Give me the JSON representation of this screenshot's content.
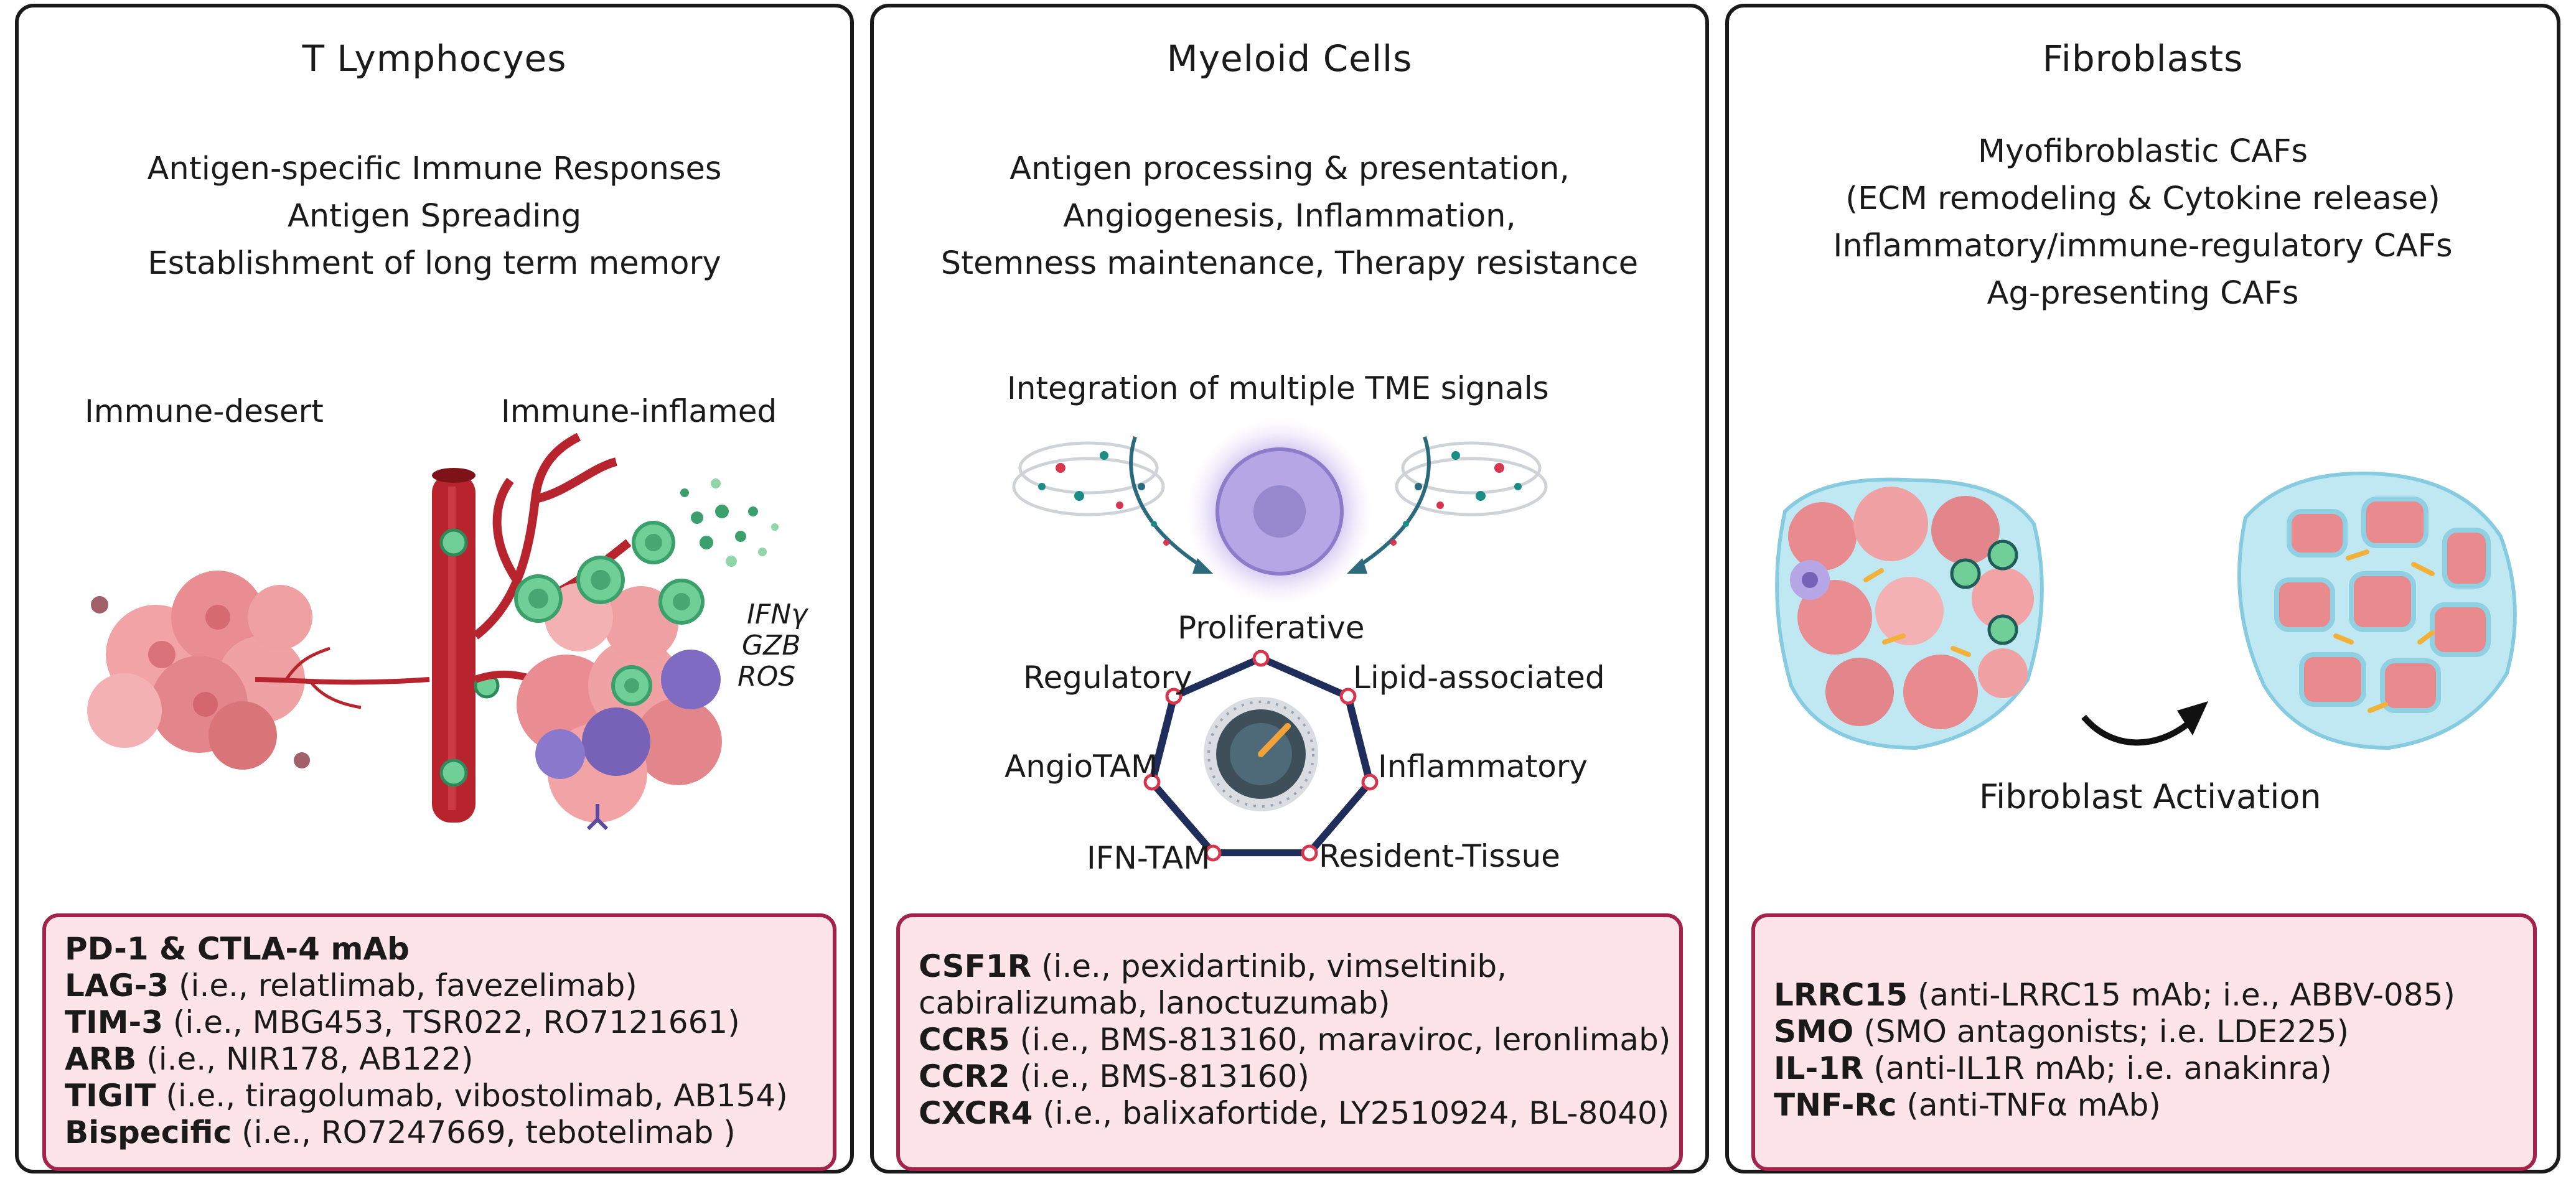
{
  "panels": [
    {
      "title": "T Lymphocyes",
      "description": [
        "Antigen-specific Immune Responses",
        "Antigen Spreading",
        "Establishment of long term memory"
      ],
      "labels": {
        "left": "Immune-desert",
        "right": "Immune-inflamed",
        "cytokines": [
          "IFNγ",
          "GZB",
          "ROS"
        ]
      },
      "drugs": [
        {
          "name": "PD-1 & CTLA-4 mAb",
          "examples": ""
        },
        {
          "name": "LAG-3",
          "examples": "(i.e., relatlimab, favezelimab)"
        },
        {
          "name": "TIM-3",
          "examples": "(i.e., MBG453, TSR022, RO7121661)"
        },
        {
          "name": "ARB",
          "examples": "(i.e., NIR178, AB122)"
        },
        {
          "name": "TIGIT",
          "examples": "(i.e., tiragolumab, vibostolimab, AB154)"
        },
        {
          "name": "Bispecific",
          "examples": "(i.e., RO7247669, tebotelimab )"
        }
      ]
    },
    {
      "title": "Myeloid Cells",
      "description": [
        "Antigen processing & presentation,",
        "Angiogenesis, Inflammation,",
        "Stemness maintenance, Therapy resistance"
      ],
      "integration_label": "Integration of multiple TME signals",
      "states": [
        "Proliferative",
        "Lipid-associated",
        "Inflammatory",
        "Resident-Tissue",
        "IFN-TAM",
        "AngioTAM",
        "Regulatory"
      ],
      "drugs": [
        {
          "name": "CSF1R",
          "examples": "(i.e., pexidartinib, vimseltinib,"
        },
        {
          "name": "",
          "examples": "cabiralizumab, lanoctuzumab)"
        },
        {
          "name": "CCR5",
          "examples": "(i.e., BMS-813160, maraviroc, leronlimab)"
        },
        {
          "name": "CCR2",
          "examples": "(i.e., BMS-813160)"
        },
        {
          "name": "CXCR4",
          "examples": "(i.e., balixafortide, LY2510924, BL-8040)"
        }
      ]
    },
    {
      "title": "Fibroblasts",
      "description": [
        "Myofibroblastic CAFs",
        "(ECM  remodeling & Cytokine release)",
        "Inflammatory/immune-regulatory CAFs",
        "Ag-presenting CAFs"
      ],
      "activation_label": "Fibroblast Activation",
      "drugs": [
        {
          "name": "LRRC15",
          "examples": "(anti-LRRC15 mAb; i.e., ABBV-085)"
        },
        {
          "name": "SMO",
          "examples": "(SMO antagonists; i.e. LDE225)"
        },
        {
          "name": "IL-1R",
          "examples": "(anti-IL1R mAb; i.e. anakinra)"
        },
        {
          "name": "TNF-Rc",
          "examples": "(anti-TNFα mAb)"
        }
      ]
    }
  ],
  "colors": {
    "border": "#1a1a1a",
    "drug_box_fill": "#fde4e8",
    "drug_box_border": "#a3234a",
    "vessel_red": "#b8242e",
    "tumor_pink": "#e88a8e",
    "t_cell_green": "#6fcf97",
    "myeloid_purple": "#b6a6e6",
    "polygon_navy": "#1f2d5a",
    "fibro_cyan": "#bfe8f2"
  }
}
